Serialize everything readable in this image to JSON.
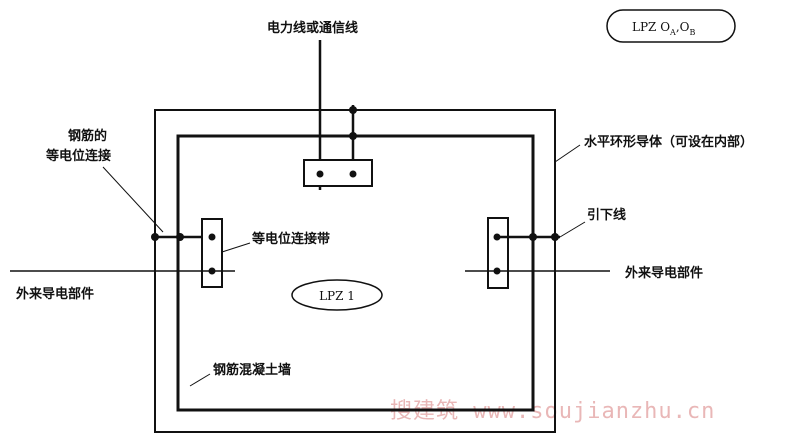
{
  "labels": {
    "power_line": "电力线或通信线",
    "rebar_bonding_line1": "钢筋的",
    "rebar_bonding_line2": "等电位连接",
    "horizontal_ring": "水平环形导体（可设在内部）",
    "down_conductor": "引下线",
    "bonding_bar": "等电位连接带",
    "external_left": "外来导电部件",
    "external_right": "外来导电部件",
    "concrete_wall": "钢筋混凝土墙"
  },
  "zones": {
    "outer_main": "LPZ O",
    "outer_a": "A",
    "outer_sep": ",O",
    "outer_b": "B",
    "inner": "LPZ 1"
  },
  "watermark": "搜建筑 www.soujianzhu.cn"
}
